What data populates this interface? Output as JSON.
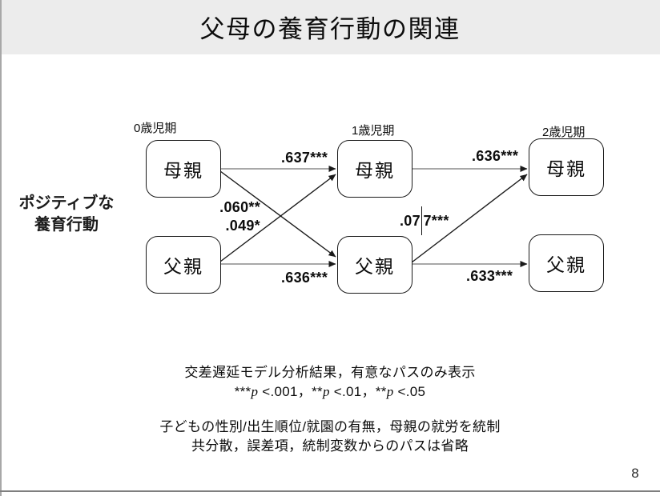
{
  "slide": {
    "title": "父母の養育行動の関連",
    "page_number": "8"
  },
  "construct": {
    "line1": "ポジティブな",
    "line2": "養育行動"
  },
  "time_labels": {
    "t0": "0歳児期",
    "t1": "1歳児期",
    "t2": "2歳児期"
  },
  "nodes": {
    "m0": "母親",
    "m1": "母親",
    "m2": "母親",
    "f0": "父親",
    "f1": "父親",
    "f2": "父親"
  },
  "coefficients": {
    "m0_m1": ".637***",
    "m1_m2": ".636***",
    "f0_f1": ".636***",
    "f1_f2": ".633***",
    "cross_upper": ".060**",
    "cross_lower": ".049*",
    "f1_m2_left": ".07",
    "f1_m2_right": "7***"
  },
  "notes": {
    "line1": "交差遅延モデル分析結果，有意なパスのみ表示",
    "sig": {
      "a1": "***",
      "p1": "p",
      "v1": " <.001，",
      "a2": "**",
      "p2": "p",
      "v2": " <.01，",
      "a3": "**",
      "p3": "p",
      "v3": " <.05"
    },
    "line3": "子どもの性別/出生順位/就園の有無，母親の就労を統制",
    "line4": "共分散，誤差項，統制変数からのパスは省略"
  },
  "colors": {
    "header_band": "#ececec",
    "arrow_gray": "#8c8c8c",
    "arrow_black": "#1a1a1a"
  }
}
